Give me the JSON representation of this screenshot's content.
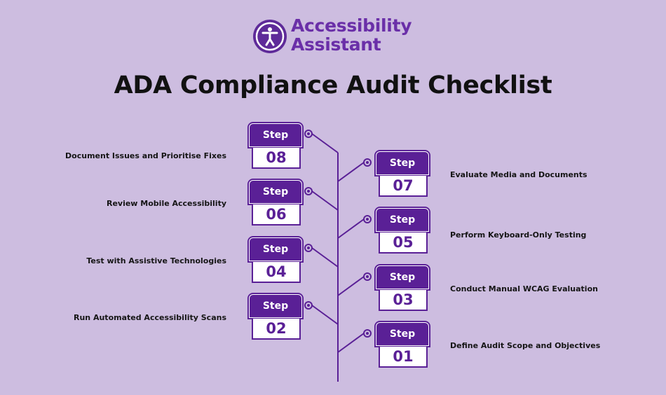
{
  "logo": {
    "line1": "Accessibility",
    "line2": "Assistant",
    "icon": "accessibility-person-icon"
  },
  "title": "ADA Compliance Audit Checklist",
  "colors": {
    "background": "#cdbde0",
    "accent": "#5a2096",
    "logo_text": "#6a2fa8"
  },
  "steps": [
    {
      "head": "Step",
      "number": "08",
      "label": "Document Issues and Prioritise Fixes"
    },
    {
      "head": "Step",
      "number": "07",
      "label": "Evaluate Media and Documents"
    },
    {
      "head": "Step",
      "number": "06",
      "label": "Review Mobile Accessibility"
    },
    {
      "head": "Step",
      "number": "05",
      "label": "Perform Keyboard-Only Testing"
    },
    {
      "head": "Step",
      "number": "04",
      "label": "Test with Assistive Technologies"
    },
    {
      "head": "Step",
      "number": "03",
      "label": "Conduct Manual WCAG Evaluation"
    },
    {
      "head": "Step",
      "number": "02",
      "label": "Run Automated Accessibility Scans"
    },
    {
      "head": "Step",
      "number": "01",
      "label": "Define Audit Scope and Objectives"
    }
  ]
}
